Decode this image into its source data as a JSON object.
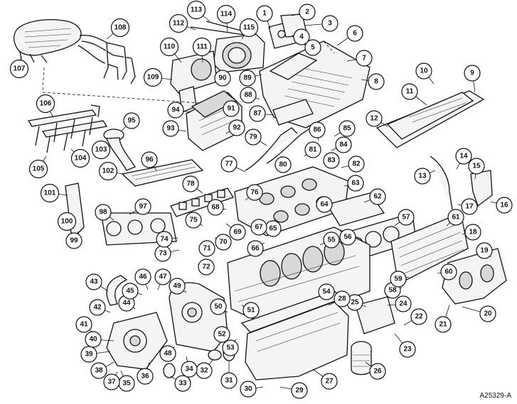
{
  "figure": {
    "code": "A25329-A"
  },
  "callouts": [
    {
      "n": "1"
    },
    {
      "n": "2"
    },
    {
      "n": "3"
    },
    {
      "n": "4"
    },
    {
      "n": "5"
    },
    {
      "n": "6"
    },
    {
      "n": "7"
    },
    {
      "n": "8"
    },
    {
      "n": "9"
    },
    {
      "n": "10"
    },
    {
      "n": "11"
    },
    {
      "n": "12"
    },
    {
      "n": "13"
    },
    {
      "n": "14"
    },
    {
      "n": "15"
    },
    {
      "n": "16"
    },
    {
      "n": "17"
    },
    {
      "n": "18"
    },
    {
      "n": "19"
    },
    {
      "n": "20"
    },
    {
      "n": "21"
    },
    {
      "n": "22"
    },
    {
      "n": "23"
    },
    {
      "n": "24"
    },
    {
      "n": "25"
    },
    {
      "n": "26"
    },
    {
      "n": "27"
    },
    {
      "n": "28"
    },
    {
      "n": "29"
    },
    {
      "n": "30"
    },
    {
      "n": "31"
    },
    {
      "n": "32"
    },
    {
      "n": "33"
    },
    {
      "n": "34"
    },
    {
      "n": "35"
    },
    {
      "n": "36"
    },
    {
      "n": "37"
    },
    {
      "n": "38"
    },
    {
      "n": "39"
    },
    {
      "n": "40"
    },
    {
      "n": "41"
    },
    {
      "n": "42"
    },
    {
      "n": "43"
    },
    {
      "n": "44"
    },
    {
      "n": "45"
    },
    {
      "n": "46"
    },
    {
      "n": "47"
    },
    {
      "n": "48"
    },
    {
      "n": "49"
    },
    {
      "n": "50"
    },
    {
      "n": "51"
    },
    {
      "n": "52"
    },
    {
      "n": "53"
    },
    {
      "n": "54"
    },
    {
      "n": "55"
    },
    {
      "n": "56"
    },
    {
      "n": "57"
    },
    {
      "n": "58"
    },
    {
      "n": "59"
    },
    {
      "n": "60"
    },
    {
      "n": "61"
    },
    {
      "n": "62"
    },
    {
      "n": "63"
    },
    {
      "n": "64"
    },
    {
      "n": "65"
    },
    {
      "n": "66"
    },
    {
      "n": "67"
    },
    {
      "n": "68"
    },
    {
      "n": "69"
    },
    {
      "n": "70"
    },
    {
      "n": "71"
    },
    {
      "n": "72"
    },
    {
      "n": "73"
    },
    {
      "n": "74"
    },
    {
      "n": "75"
    },
    {
      "n": "76"
    },
    {
      "n": "77"
    },
    {
      "n": "78"
    },
    {
      "n": "79"
    },
    {
      "n": "80"
    },
    {
      "n": "81"
    },
    {
      "n": "82"
    },
    {
      "n": "83"
    },
    {
      "n": "84"
    },
    {
      "n": "85"
    },
    {
      "n": "86"
    },
    {
      "n": "87"
    },
    {
      "n": "88"
    },
    {
      "n": "89"
    },
    {
      "n": "90"
    },
    {
      "n": "91"
    },
    {
      "n": "92"
    },
    {
      "n": "93"
    },
    {
      "n": "94"
    },
    {
      "n": "95"
    },
    {
      "n": "96"
    },
    {
      "n": "97"
    },
    {
      "n": "98"
    },
    {
      "n": "99"
    },
    {
      "n": "100"
    },
    {
      "n": "101"
    },
    {
      "n": "102"
    },
    {
      "n": "103"
    },
    {
      "n": "104"
    },
    {
      "n": "105"
    },
    {
      "n": "106"
    },
    {
      "n": "107"
    },
    {
      "n": "108"
    },
    {
      "n": "109"
    },
    {
      "n": "110"
    },
    {
      "n": "111"
    },
    {
      "n": "112"
    },
    {
      "n": "113"
    },
    {
      "n": "114"
    },
    {
      "n": "115"
    }
  ]
}
